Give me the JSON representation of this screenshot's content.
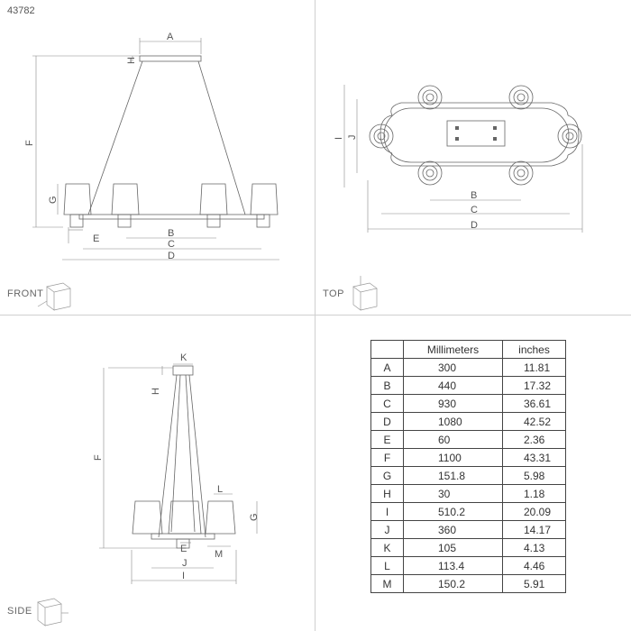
{
  "product_code": "43782",
  "views": {
    "front": "FRONT",
    "top": "TOP",
    "side": "SIDE"
  },
  "dimension_letters": [
    "A",
    "B",
    "C",
    "D",
    "E",
    "F",
    "G",
    "H",
    "I",
    "J",
    "K",
    "L",
    "M"
  ],
  "table": {
    "headers": [
      "",
      "Millimeters",
      "inches"
    ],
    "rows": [
      [
        "A",
        "300",
        "11.81"
      ],
      [
        "B",
        "440",
        "17.32"
      ],
      [
        "C",
        "930",
        "36.61"
      ],
      [
        "D",
        "1080",
        "42.52"
      ],
      [
        "E",
        "60",
        "2.36"
      ],
      [
        "F",
        "1100",
        "43.31"
      ],
      [
        "G",
        "151.8",
        "5.98"
      ],
      [
        "H",
        "30",
        "1.18"
      ],
      [
        "I",
        "510.2",
        "20.09"
      ],
      [
        "J",
        "360",
        "14.17"
      ],
      [
        "K",
        "105",
        "4.13"
      ],
      [
        "L",
        "113.4",
        "4.46"
      ],
      [
        "M",
        "150.2",
        "5.91"
      ]
    ]
  }
}
